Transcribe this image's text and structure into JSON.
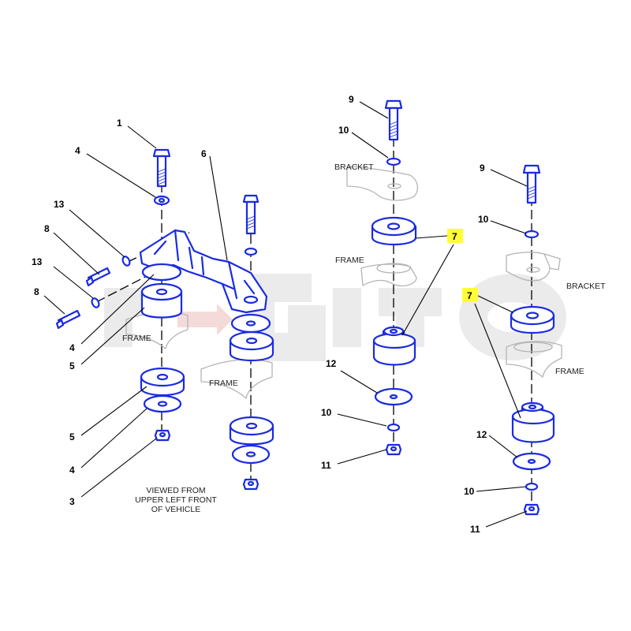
{
  "labels": {
    "frame": "FRAME",
    "bracket": "BRACKET"
  },
  "caption": {
    "line1": "VIEWED FROM",
    "line2": "UPPER LEFT FRONT",
    "line3": "OF VEHICLE"
  },
  "callouts": {
    "c1": "1",
    "c3": "3",
    "c4": "4",
    "c5": "5",
    "c6": "6",
    "c7": "7",
    "c8": "8",
    "c9": "9",
    "c10": "10",
    "c11": "11",
    "c12": "12",
    "c13": "13"
  },
  "colors": {
    "part_outline": "#1a2be0",
    "highlight": "#ffff33",
    "context_gray": "#b4b4b4"
  }
}
